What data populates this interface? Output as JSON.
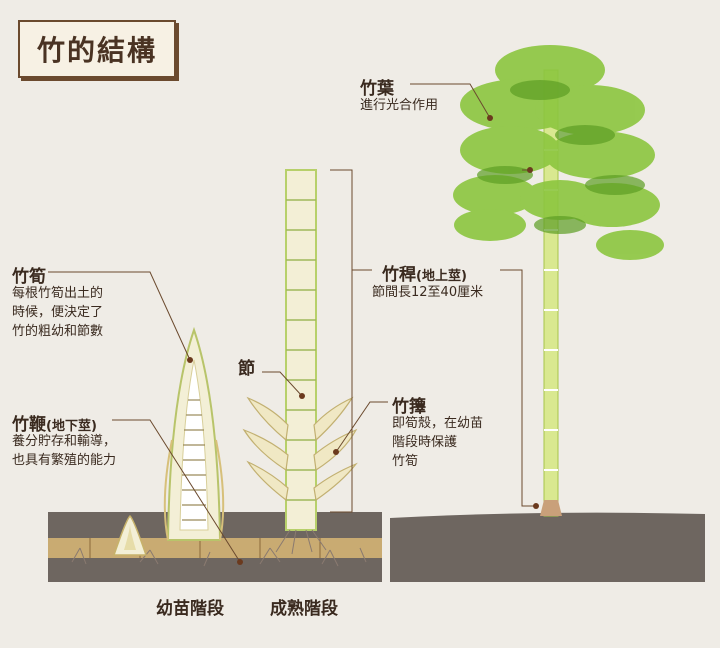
{
  "title": "竹的結構",
  "labels": {
    "leaf": {
      "name": "竹葉",
      "desc": "進行光合作用"
    },
    "culm": {
      "name": "竹稈",
      "sub": "(地上莖)",
      "desc": "節間長12至40厘米"
    },
    "shoot": {
      "name": "竹筍",
      "desc": [
        "每根竹筍出土的",
        "時候，便決定了",
        "竹的粗幼和節數"
      ]
    },
    "node": {
      "name": "節"
    },
    "sheath": {
      "name": "竹籜",
      "desc": [
        "即筍殼，在幼苗",
        "階段時保護",
        "竹筍"
      ]
    },
    "rhizome": {
      "name": "竹鞭",
      "sub": "(地下莖)",
      "desc": [
        "養分貯存和輸導，",
        "也具有繁殖的能力"
      ]
    }
  },
  "stages": {
    "seedling": "幼苗階段",
    "mature": "成熟階段"
  },
  "colors": {
    "soil": "#6e6660",
    "rhizome": "#c9ab72",
    "stem": "#f3efd6",
    "stem_edge": "#c7d97a",
    "leaf": "#8cc63f",
    "line": "#6b4a2e",
    "accent_dot": "#6b3a1e"
  }
}
